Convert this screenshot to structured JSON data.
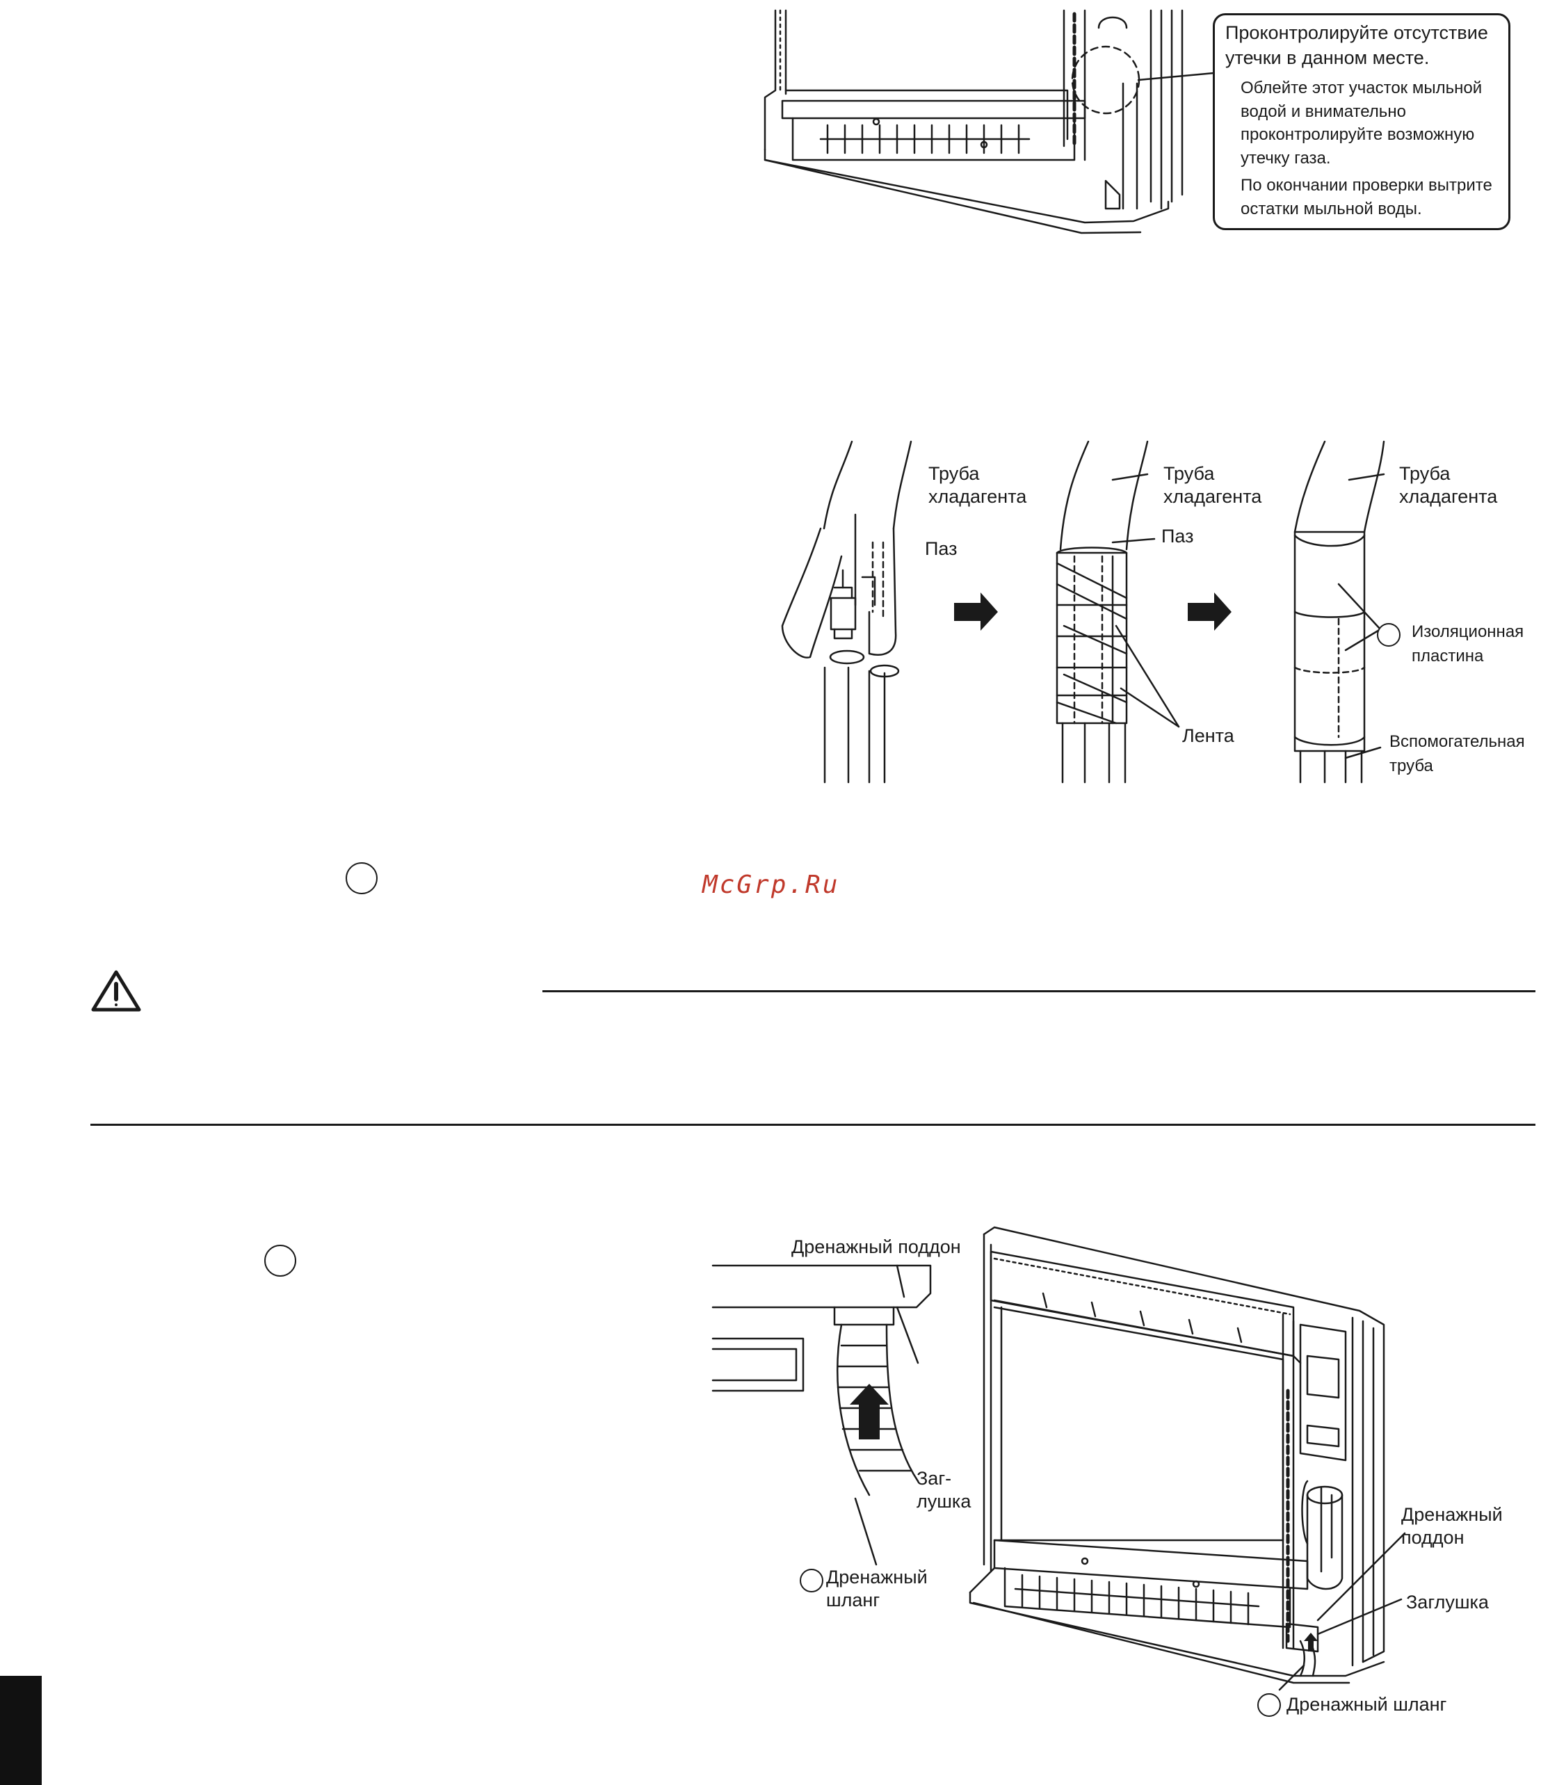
{
  "callout": {
    "title": "Проконтролируйте отсутствие утечки в данном месте.",
    "text1": "Облейте этот участок мыльной водой и внимательно проконтролируйте возможную утечку газа.",
    "text2": "По окончании проверки вытрите остатки мыльной воды."
  },
  "labels": {
    "pipe1": "Труба хладагента",
    "pipe2": "Труба хладагента",
    "pipe3": "Труба хладагента",
    "groove1": "Паз",
    "groove2": "Паз",
    "tape": "Лента",
    "insulation": "Изоляционная пластина",
    "aux_pipe": "Вспомогательная труба",
    "drain_pan_left": "Дренажный поддон",
    "plug_left": "Заг- лушка",
    "hose_left": "Дренажный шланг",
    "drain_pan_right": "Дренажный поддон",
    "plug_right": "Заглушка",
    "hose_right": "Дренажный шланг"
  },
  "watermark": "McGrp.Ru",
  "icons": {
    "warning": "warning-triangle-icon",
    "marker": "circle-marker-icon",
    "arrow": "right-arrow-icon"
  }
}
